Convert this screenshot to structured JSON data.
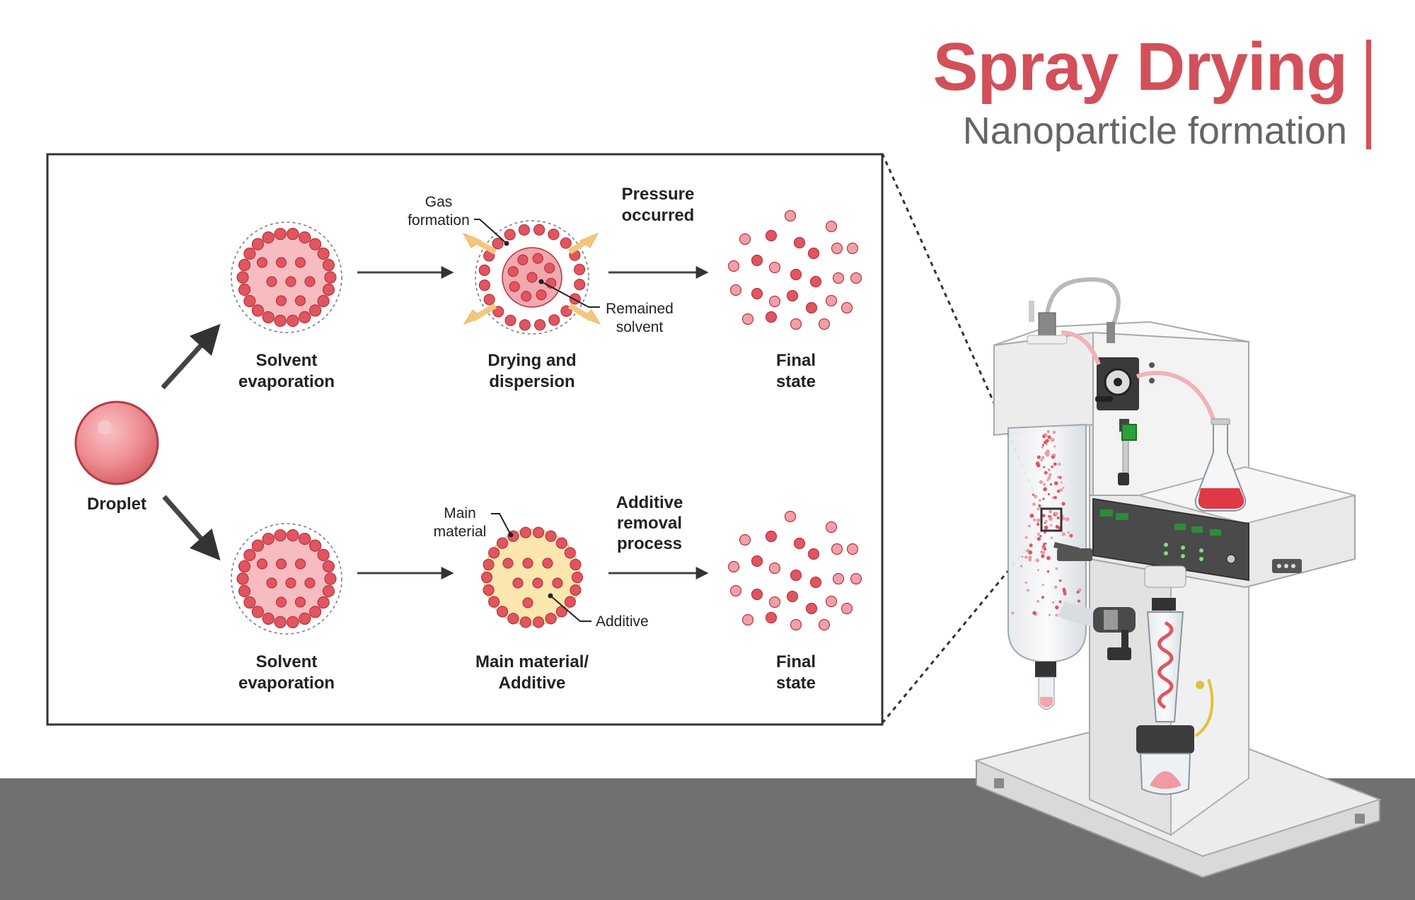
{
  "title": {
    "main": "Spray Drying",
    "sub": "Nanoparticle formation"
  },
  "droplet": {
    "label": "Droplet"
  },
  "top_row": {
    "stage1": {
      "line1": "Solvent",
      "line2": "evaporation"
    },
    "stage2": {
      "line1": "Drying and",
      "line2": "dispersion"
    },
    "stage3": {
      "line1": "Final",
      "line2": "state"
    },
    "process": {
      "line1": "Pressure",
      "line2": "occurred"
    },
    "callout_gas": {
      "line1": "Gas",
      "line2": "formation"
    },
    "callout_solvent": {
      "line1": "Remained",
      "line2": "solvent"
    }
  },
  "bottom_row": {
    "stage1": {
      "line1": "Solvent",
      "line2": "evaporation"
    },
    "stage2": {
      "line1": "Main material/",
      "line2": "Additive"
    },
    "stage3": {
      "line1": "Final",
      "line2": "state"
    },
    "process": {
      "line1": "Additive",
      "line2": "removal",
      "line3": "process"
    },
    "callout_main": {
      "line1": "Main",
      "line2": "material"
    },
    "callout_additive": {
      "line1": "Additive"
    }
  },
  "colors": {
    "accent": "#d2505a",
    "particle": "#e05560",
    "particle_light": "#f0a0a8",
    "droplet_fill": "#ef8f95",
    "additive_fill": "#fbe7ae",
    "arrow_gas": "#f3c77a",
    "floor": "#707070"
  },
  "icons": [
    "droplet-icon",
    "particle-cluster-icon",
    "gas-arrow-icon",
    "spray-dryer-machine-icon",
    "flask-icon",
    "pump-icon",
    "cyclone-icon"
  ]
}
